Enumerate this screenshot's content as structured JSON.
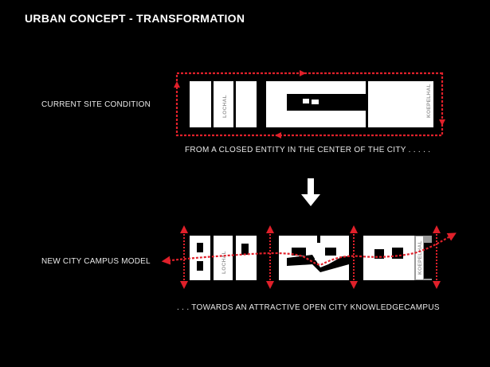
{
  "title": "URBAN CONCEPT - TRANSFORMATION",
  "current": {
    "label": "CURRENT SITE CONDITION",
    "caption": "FROM A CLOSED ENTITY IN THE CENTER OF THE CITY . . . . .",
    "building_left": "LOCHAL",
    "building_right": "KOEPELHAL"
  },
  "proposed": {
    "label": "NEW CITY CAMPUS MODEL",
    "caption": ". . .  TOWARDS AN ATTRACTIVE OPEN CITY KNOWLEDGECAMPUS",
    "building_left": "LOCHAL",
    "building_right": "KOEPELHAL"
  },
  "colors": {
    "background": "#000000",
    "building": "#ffffff",
    "route": "#e0202a",
    "label_text": "#9a9a9a"
  },
  "icons": {
    "transition_arrow": "arrow-down-icon"
  }
}
